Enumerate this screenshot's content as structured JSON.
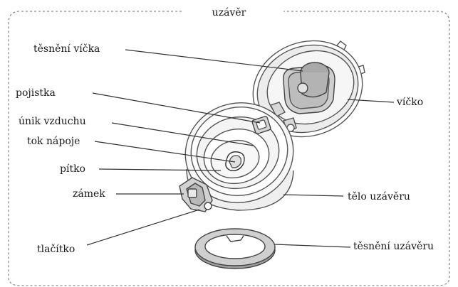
{
  "title": "uzávěr",
  "labels": {
    "lid_seal": "těsnění víčka",
    "safety_catch": "pojistka",
    "air_vent": "únik vzduchu",
    "drink_flow": "tok nápoje",
    "spout": "pítko",
    "lock": "zámek",
    "button": "tlačítko",
    "lid": "víčko",
    "cap_body": "tělo uzávěru",
    "cap_seal": "těsnění uzávěru"
  }
}
